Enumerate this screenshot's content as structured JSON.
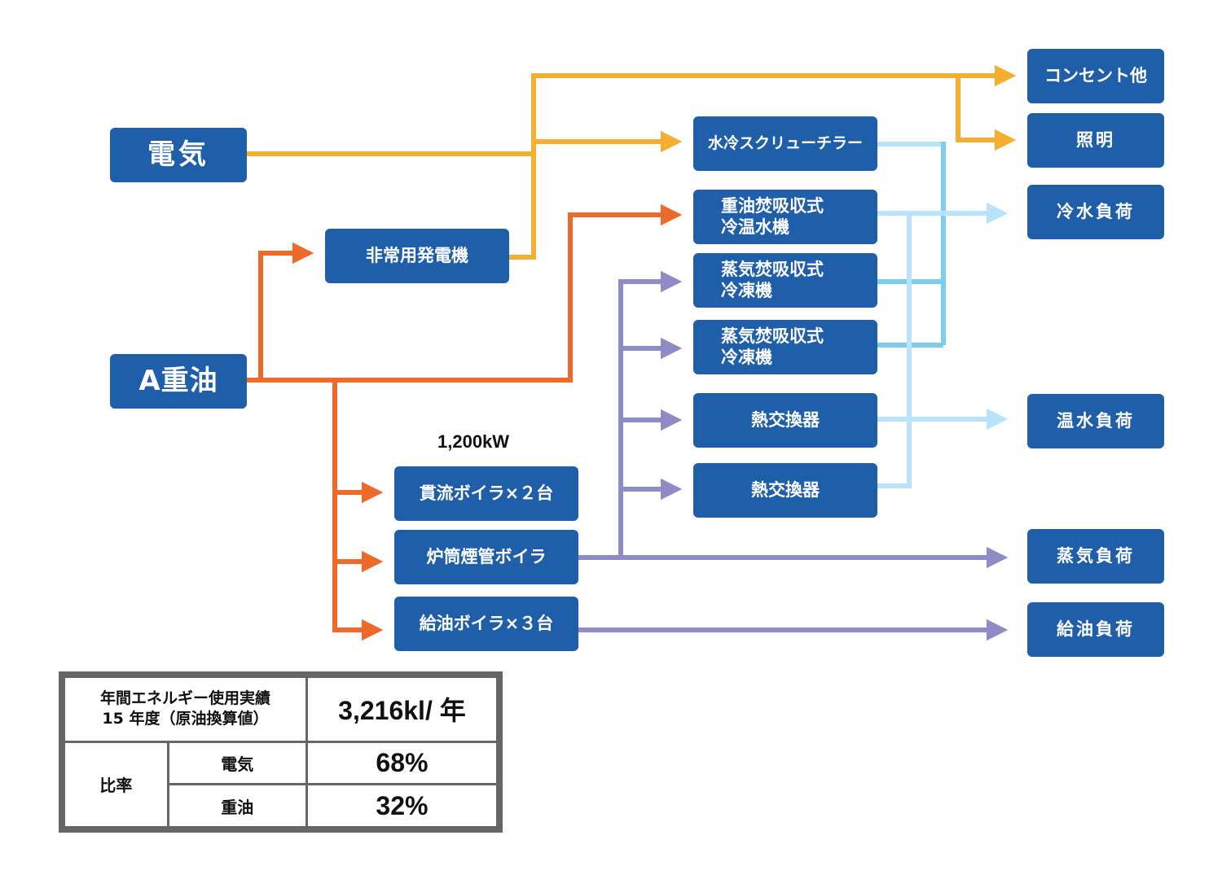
{
  "colors": {
    "node_bg": "#1f5ea8",
    "electric_line": "#f5ae2f",
    "oil_line": "#ee6a2a",
    "chilled_line": "#7ccdf2",
    "chilled_line_light": "#b9e3f8",
    "steam_line": "#8e8cc6"
  },
  "sources": {
    "electricity": "電気",
    "heavy_oil": "A重油"
  },
  "equipment": {
    "generator": "非常用発電機",
    "screw_chiller": "水冷スクリューチラー",
    "oil_absorption_line1": "重油焚吸収式",
    "oil_absorption_line2": "冷温水機",
    "steam_absorption1_line1": "蒸気焚吸収式",
    "steam_absorption1_line2": "冷凍機",
    "steam_absorption2_line1": "蒸気焚吸収式",
    "steam_absorption2_line2": "冷凍機",
    "heat_exchanger1": "熱交換器",
    "heat_exchanger2": "熱交換器",
    "once_through_boiler": "貫流ボイラ×２台",
    "flue_tube_boiler": "炉筒煙管ボイラ",
    "oil_supply_boiler": "給油ボイラ×３台"
  },
  "capacity_label": "1,200kW",
  "loads": {
    "outlets": "コンセント他",
    "lighting": "照明",
    "chilled_water": "冷水負荷",
    "hot_water": "温水負荷",
    "steam": "蒸気負荷",
    "supply_water": "給油負荷"
  },
  "summary_table": {
    "header_line1": "年間エネルギー使用実績",
    "header_line2": "15 年度（原油換算値）",
    "total_value": "3,216kl/ 年",
    "ratio_label": "比率",
    "rows": [
      {
        "label": "電気",
        "value": "68%"
      },
      {
        "label": "重油",
        "value": "32%"
      }
    ]
  }
}
